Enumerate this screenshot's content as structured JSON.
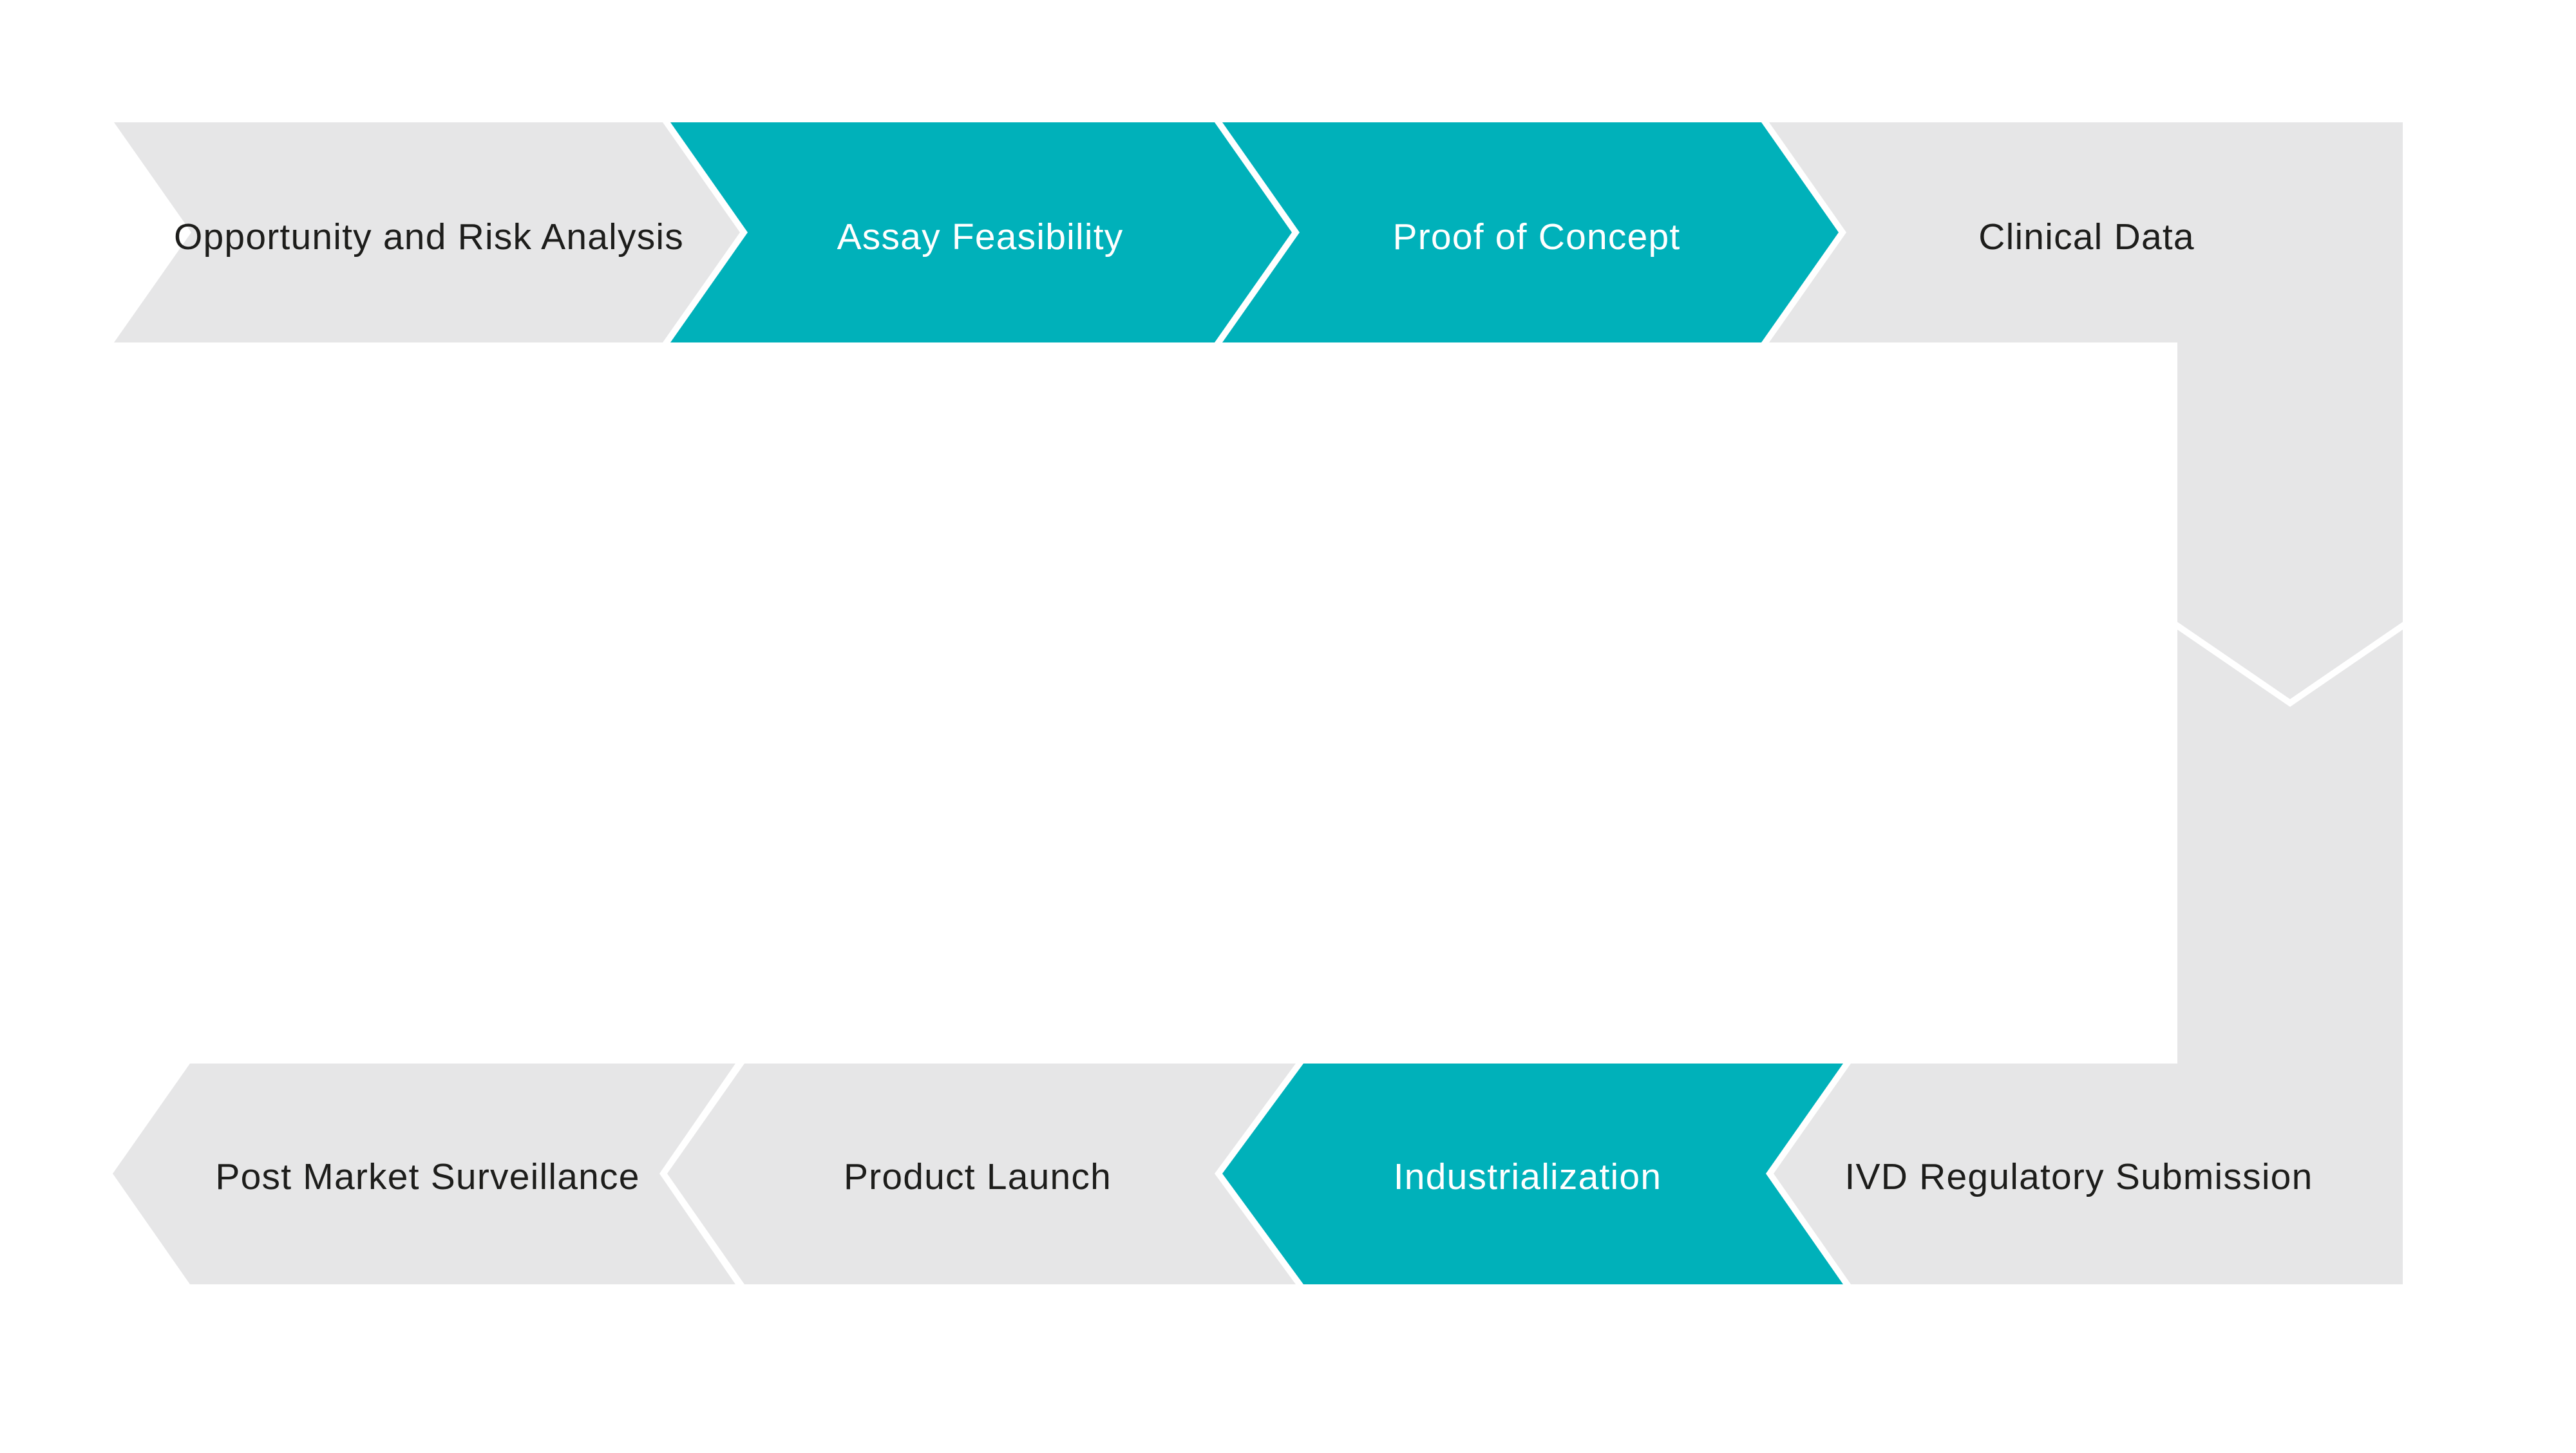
{
  "diagram": {
    "type": "process-flow-chevron",
    "palette": {
      "active": "#00b1ba",
      "inactive": "#e6e6e7",
      "text_on_active": "#ffffff",
      "text_on_inactive": "#1d1d1b",
      "separator": "#ffffff",
      "background": "#ffffff"
    },
    "flow": {
      "top_row_direction": "left-to-right",
      "bottom_row_direction": "right-to-left",
      "connector": "right-side-vertical-down"
    },
    "steps": [
      {
        "label": "Opportunity and Risk Analysis",
        "state": "inactive"
      },
      {
        "label": "Assay Feasibility",
        "state": "active"
      },
      {
        "label": "Proof of Concept",
        "state": "active"
      },
      {
        "label": "Clinical Data",
        "state": "inactive"
      },
      {
        "label": "IVD Regulatory Submission",
        "state": "inactive"
      },
      {
        "label": "Industrialization",
        "state": "active"
      },
      {
        "label": "Product Launch",
        "state": "inactive"
      },
      {
        "label": "Post Market Surveillance",
        "state": "inactive"
      }
    ]
  }
}
